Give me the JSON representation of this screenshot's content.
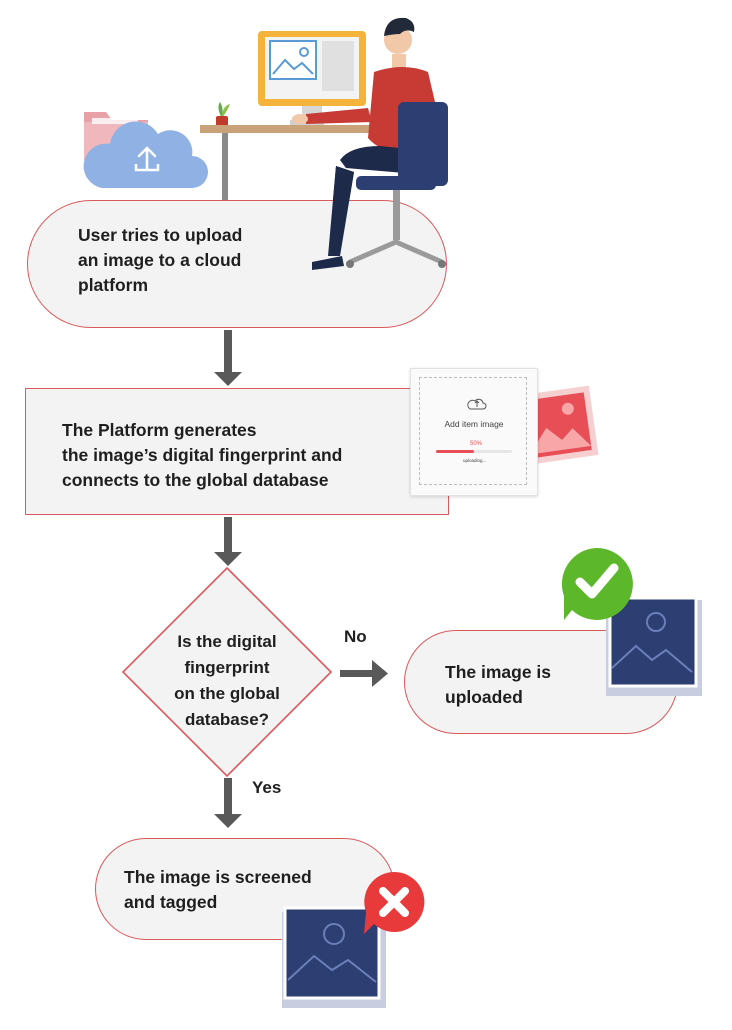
{
  "nodes": {
    "start": {
      "text_lines": [
        "User tries to upload",
        "an image to a cloud",
        "platform"
      ]
    },
    "process": {
      "text_lines": [
        "The Platform generates",
        "the image’s digital fingerprint and",
        "connects to the global database"
      ]
    },
    "decision": {
      "text_lines": [
        "Is the digital",
        "fingerprint",
        "on the global",
        "database?"
      ]
    },
    "uploaded": {
      "text_lines": [
        "The image is",
        "uploaded"
      ]
    },
    "screened": {
      "text_lines": [
        "The image is screened",
        "and tagged"
      ]
    }
  },
  "edges": {
    "no_label": "No",
    "yes_label": "Yes"
  },
  "upload_card": {
    "title": "Add item image",
    "percent": "50%",
    "status": "uploading...",
    "progress": 0.5
  },
  "colors": {
    "accent_red": "#d9595c",
    "node_fill": "#f3f3f3",
    "arrow": "#595959",
    "image_navy": "#2c3e72",
    "check_green": "#5cb82a",
    "cross_red": "#e8393b",
    "shirt_red": "#c73b34"
  }
}
